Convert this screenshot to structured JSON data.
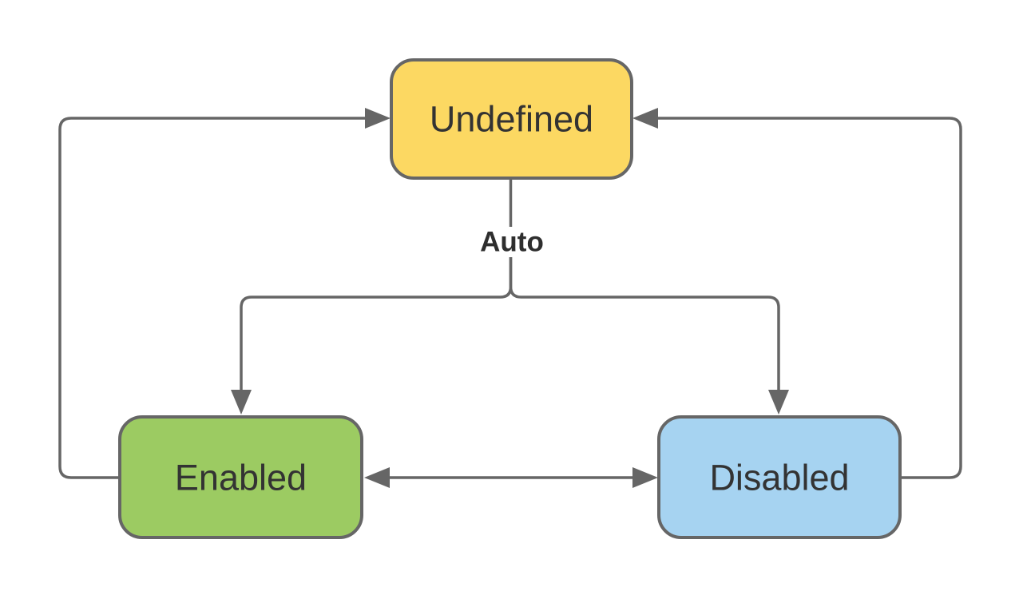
{
  "diagram": {
    "type": "state-diagram",
    "background": "#ffffff",
    "line_color": "#666666",
    "border_color": "#666666",
    "text_color": "#333333",
    "label_color": "#2e2e2e",
    "nodes": [
      {
        "id": "undefined",
        "label": "Undefined",
        "fill": "#FCD862"
      },
      {
        "id": "enabled",
        "label": "Enabled",
        "fill": "#9CCB62"
      },
      {
        "id": "disabled",
        "label": "Disabled",
        "fill": "#A6D3F1"
      }
    ],
    "edges": [
      {
        "from": "Undefined",
        "to": "Enabled",
        "label": "Auto",
        "arrow": "to"
      },
      {
        "from": "Undefined",
        "to": "Disabled",
        "label": "Auto",
        "arrow": "to"
      },
      {
        "from": "Enabled",
        "to": "Undefined",
        "label": "",
        "arrow": "to"
      },
      {
        "from": "Disabled",
        "to": "Undefined",
        "label": "",
        "arrow": "to"
      },
      {
        "from": "Enabled",
        "to": "Disabled",
        "label": "",
        "arrow": "both"
      }
    ],
    "edge_label": "Auto"
  }
}
